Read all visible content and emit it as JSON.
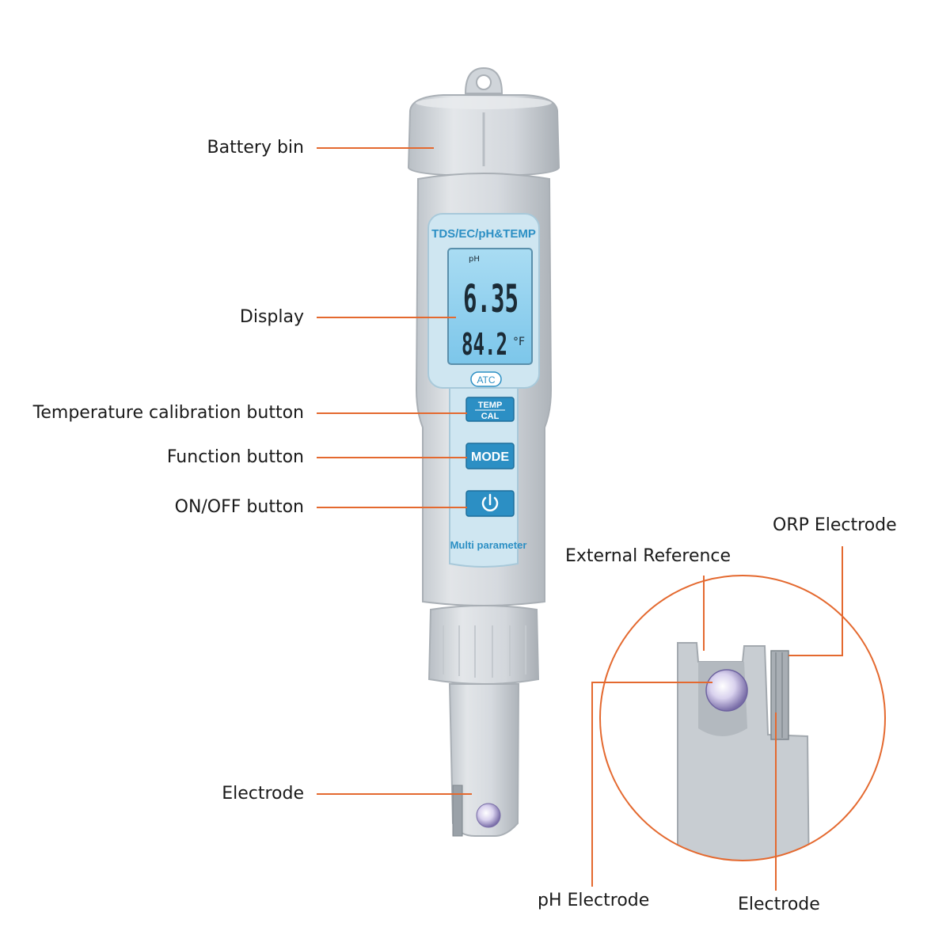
{
  "labels": {
    "battery_bin": "Battery bin",
    "display": "Display",
    "temp_cal_button": "Temperature calibration button",
    "function_button": "Function button",
    "on_off_button": "ON/OFF button",
    "electrode": "Electrode",
    "external_reference": "External Reference",
    "orp_electrode": "ORP Electrode",
    "ph_electrode": "pH Electrode",
    "electrode_detail": "Electrode"
  },
  "device": {
    "model_text": "TDS/EC/pH&TEMP",
    "lcd_unit": "pH",
    "lcd_primary": "6.35",
    "lcd_secondary": "84.2",
    "lcd_temp_unit": "°F",
    "atc_badge": "ATC",
    "temp_cal_top": "TEMP",
    "temp_cal_bottom": "CAL",
    "mode_label": "MODE",
    "power_icon": "power-icon",
    "footer_text": "Multi parameter"
  },
  "colors": {
    "leader": "#e4692f",
    "body": "#d9dde2",
    "panel": "#cfe6f1",
    "accent": "#2c8fc4",
    "lcd_bg": "#8fd0ef"
  }
}
